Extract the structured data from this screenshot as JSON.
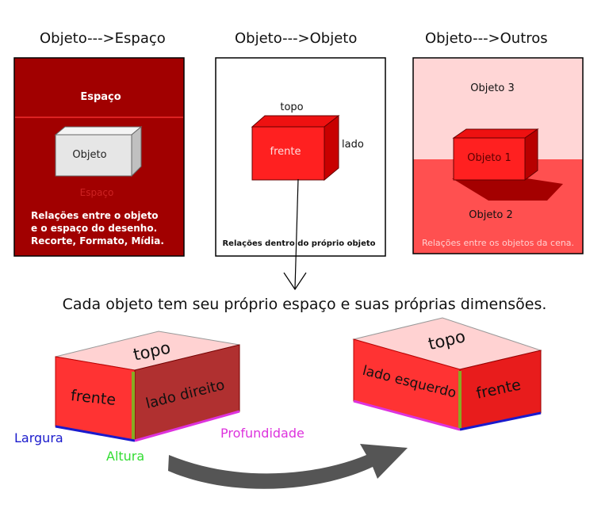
{
  "headings": {
    "col1": "Objeto--->Espaço",
    "col2": "Objeto--->Objeto",
    "col3": "Objeto--->Outros"
  },
  "panel1": {
    "band_label": "Espaço",
    "box_label": "Objeto",
    "shadow_label": "Espaço",
    "text_lines": [
      "Relações entre o objeto",
      "e o espaço do desenho.",
      "Recorte, Formato, Mídia."
    ]
  },
  "panel2": {
    "top_label": "topo",
    "side_label": "lado",
    "front_label": "frente",
    "caption": "Relações dentro  do próprio objeto"
  },
  "panel3": {
    "object3": "Objeto 3",
    "object1": "Objeto 1",
    "object2": "Objeto 2",
    "caption": "Relações entre os objetos da cena."
  },
  "main_caption": "Cada objeto tem seu próprio espaço e suas próprias dimensões.",
  "box_left": {
    "top": "topo",
    "front": "frente",
    "right": "lado direito"
  },
  "box_right": {
    "top": "topo",
    "left": "lado esquerdo",
    "front": "frente"
  },
  "dimensions": {
    "width": "Largura",
    "height": "Altura",
    "depth": "Profundidade"
  },
  "colors": {
    "dark_red": "#a10000",
    "red": "#ff1a1a",
    "light_pink": "#ffd6d6",
    "mid_red": "#e84848",
    "width_color": "#1a1acc",
    "height_color": "#33dd33",
    "depth_color": "#dd33dd",
    "arrow_gray": "#555555"
  }
}
